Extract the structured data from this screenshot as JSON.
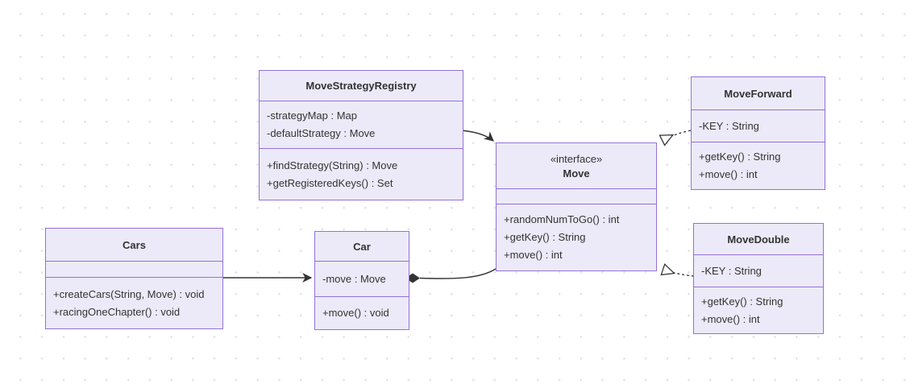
{
  "diagram": {
    "kind": "uml-class-diagram",
    "colors": {
      "box_fill": "#ECEAF8",
      "box_border": "#9370DB",
      "text": "#333333",
      "edge_line": "#333333",
      "background_dots": "#E3E3E3"
    },
    "classes": {
      "move_strategy_registry": {
        "title": "MoveStrategyRegistry",
        "attributes": [
          "-strategyMap : Map",
          "-defaultStrategy : Move"
        ],
        "methods": [
          "+findStrategy(String) : Move",
          "+getRegisteredKeys() : Set"
        ]
      },
      "move_interface": {
        "stereotype": "«interface»",
        "title": "Move",
        "attributes": [],
        "methods": [
          "+randomNumToGo() : int",
          "+getKey() : String",
          "+move() : int"
        ]
      },
      "move_forward": {
        "title": "MoveForward",
        "attributes": [
          "-KEY : String"
        ],
        "methods": [
          "+getKey() : String",
          "+move() : int"
        ]
      },
      "move_double": {
        "title": "MoveDouble",
        "attributes": [
          "-KEY : String"
        ],
        "methods": [
          "+getKey() : String",
          "+move() : int"
        ]
      },
      "cars": {
        "title": "Cars",
        "attributes": [],
        "methods": [
          "+createCars(String, Move) : void",
          "+racingOneChapter() : void"
        ]
      },
      "car": {
        "title": "Car",
        "attributes": [
          "-move : Move"
        ],
        "methods": [
          "+move() : void"
        ]
      }
    },
    "relationships": [
      {
        "from": "MoveStrategyRegistry",
        "to": "Move",
        "type": "dependency-arrow",
        "line": "solid"
      },
      {
        "from": "MoveForward",
        "to": "Move",
        "type": "realization",
        "line": "dashed-hollow-triangle"
      },
      {
        "from": "MoveDouble",
        "to": "Move",
        "type": "realization",
        "line": "dashed-hollow-triangle"
      },
      {
        "from": "Cars",
        "to": "Car",
        "type": "association-arrow",
        "line": "solid"
      },
      {
        "from": "Car",
        "to": "Move",
        "type": "composition-filled-diamond",
        "line": "solid"
      }
    ]
  }
}
